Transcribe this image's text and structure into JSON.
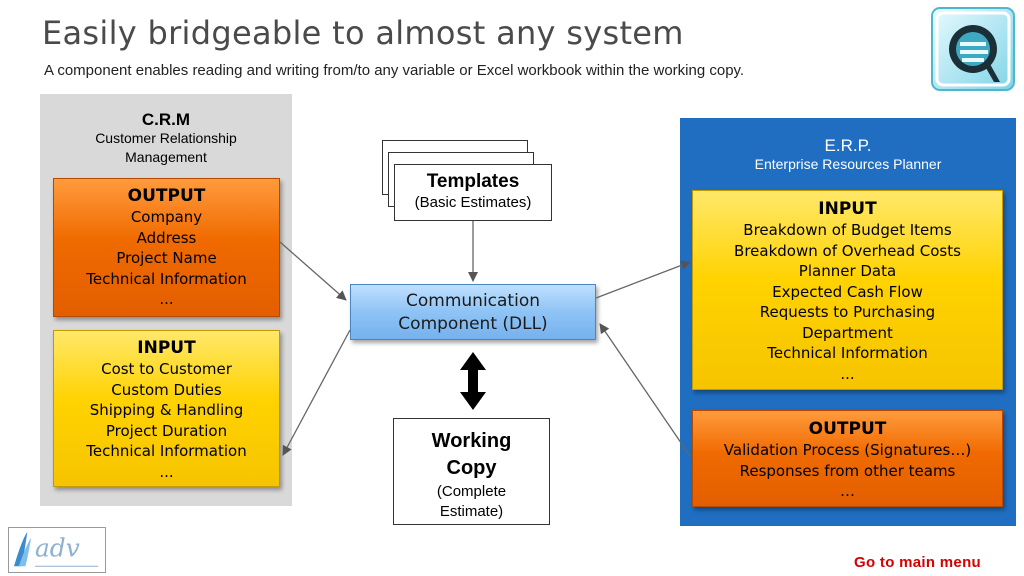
{
  "title": "Easily bridgeable to almost any system",
  "subtitle": "A component enables reading and writing from/to any variable or Excel workbook within the working copy.",
  "crm": {
    "heading": "C.R.M",
    "subheading_line1": "Customer Relationship",
    "subheading_line2": "Management",
    "output": {
      "heading": "OUTPUT",
      "items": [
        "Company",
        "Address",
        "Project Name",
        "Technical Information",
        "..."
      ]
    },
    "input": {
      "heading": "INPUT",
      "items": [
        "Cost to Customer",
        "Custom Duties",
        "Shipping & Handling",
        "Project Duration",
        "Technical Information",
        "..."
      ]
    }
  },
  "templates": {
    "heading": "Templates",
    "subtext": "(Basic Estimates)"
  },
  "communication": {
    "line1": "Communication",
    "line2": "Component (DLL)"
  },
  "working_copy": {
    "line1": "Working",
    "line2": "Copy",
    "sub1": "(Complete",
    "sub2": "Estimate)"
  },
  "erp": {
    "heading": "E.R.P.",
    "subheading": "Enterprise Resources Planner",
    "input": {
      "heading": "INPUT",
      "items": [
        "Breakdown of Budget Items",
        "Breakdown of Overhead Costs",
        "Planner Data",
        "Expected Cash Flow",
        "Requests to Purchasing",
        "Department",
        "Technical Information",
        "..."
      ]
    },
    "output": {
      "heading": "OUTPUT",
      "items": [
        "Validation Process (Signatures…)",
        "Responses from other teams",
        "…"
      ]
    }
  },
  "logo_text": "adv",
  "footer_link": "Go to main menu",
  "colors": {
    "orange": "#f06a00",
    "yellow": "#ffd200",
    "erp_blue": "#1f6ec1",
    "crm_grey": "#d9d9d9",
    "link_red": "#d60000"
  }
}
